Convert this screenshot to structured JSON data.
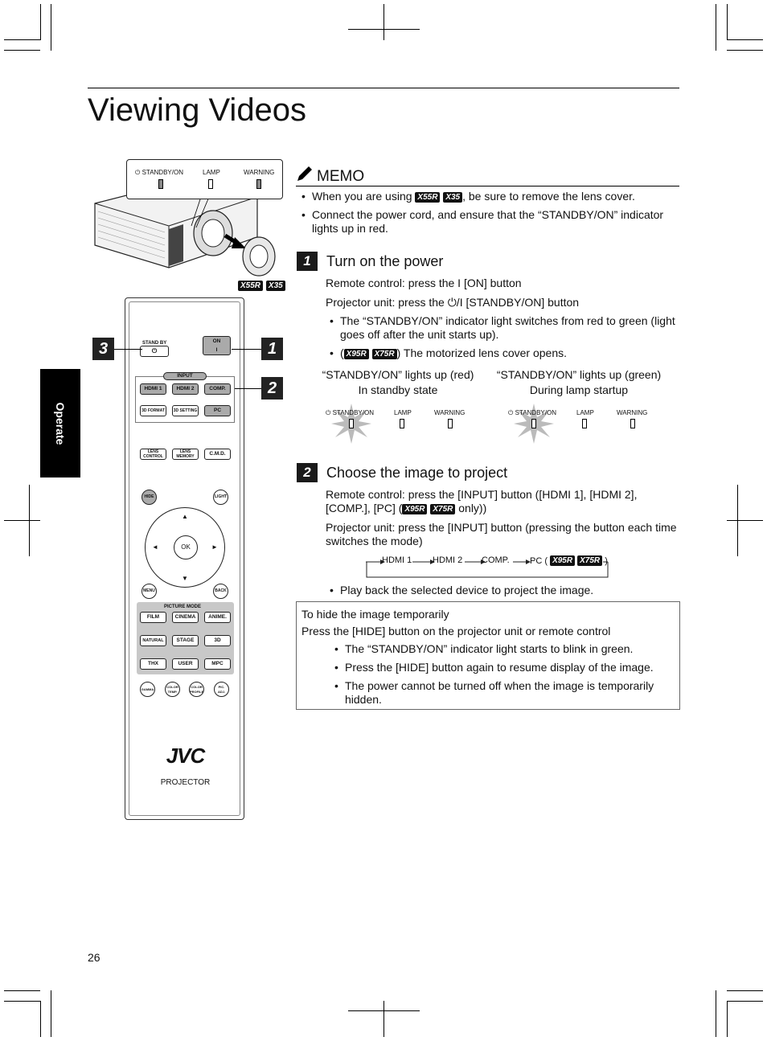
{
  "page": {
    "title": "Viewing Videos",
    "side_tab": "Operate",
    "page_number": "26"
  },
  "memo": {
    "label": "MEMO",
    "item1_pre": "When you are using ",
    "item1_badge1": "X55R",
    "item1_badge2": "X35",
    "item1_post": ", be sure to remove the lens cover.",
    "item2": "Connect the power cord, and ensure that the “STANDBY/ON” indicator lights up in red."
  },
  "projector_panel": {
    "standby_label": "STANDBY/ON",
    "lamp_label": "LAMP",
    "warning_label": "WARNING",
    "badge1": "X55R",
    "badge2": "X35"
  },
  "step1": {
    "number": "1",
    "title": "Turn on the power",
    "remote_line": "Remote control: press the I [ON] button",
    "projector_line": "Projector unit: press the ⏻/I [STANDBY/ON] button",
    "bullet1": "The “STANDBY/ON” indicator light switches from red to green (light goes off after the unit starts up).",
    "bullet2_pre": "(",
    "bullet2_badge1": "X95R",
    "bullet2_badge2": "X75R",
    "bullet2_post": ") The motorized lens cover opens.",
    "state_red_title": "“STANDBY/ON” lights up (red)",
    "state_red_sub": "In standby state",
    "state_green_title": "“STANDBY/ON” lights up (green)",
    "state_green_sub": "During lamp startup",
    "ind_standby": "STANDBY/ON",
    "ind_lamp": "LAMP",
    "ind_warning": "WARNING"
  },
  "step2": {
    "number": "2",
    "title": "Choose the image to project",
    "remote_line_pre": "Remote control: press the [INPUT] button ([HDMI 1], [HDMI 2], [COMP.], [PC] (",
    "remote_badge1": "X95R",
    "remote_badge2": "X75R",
    "remote_line_post": " only))",
    "projector_line": "Projector unit: press the [INPUT] button (pressing the button each time switches the mode)",
    "flow_hdmi1": "HDMI 1",
    "flow_hdmi2": "HDMI 2",
    "flow_comp": "COMP.",
    "flow_pc_pre": "PC (",
    "flow_badge1": "X95R",
    "flow_badge2": "X75R",
    "flow_pc_post": ")",
    "bullet": "Play back the selected device to project the image."
  },
  "hide_box": {
    "title": "To hide the image temporarily",
    "line": "Press the [HIDE] button on the projector unit or remote control",
    "bullet1": "The “STANDBY/ON” indicator light starts to blink in green.",
    "bullet2": "Press the [HIDE] button again to resume display of the image.",
    "bullet3": "The power cannot be turned off when the image is temporarily hidden."
  },
  "callouts": {
    "c1": "1",
    "c2": "2",
    "c3": "3"
  },
  "remote": {
    "standby": "STAND BY",
    "standby_sym": "⏻",
    "on": "ON",
    "on_sym": "I",
    "input_group": "INPUT",
    "hdmi1": "HDMI 1",
    "hdmi2": "HDMI 2",
    "comp": "COMP.",
    "format3d": "3D FORMAT",
    "setting3d": "3D SETTING",
    "pc": "PC",
    "lens_control": "LENS CONTROL",
    "lens_memory": "LENS MEMORY",
    "cmd": "C.M.D.",
    "hide": "HIDE",
    "light": "LIGHT",
    "ok": "OK",
    "menu": "MENU",
    "back": "BACK",
    "picture_mode": "PICTURE MODE",
    "film": "FILM",
    "cinema": "CINEMA",
    "anime": "ANIME.",
    "natural": "NATURAL",
    "stage": "STAGE",
    "mode3d": "3D",
    "thx": "THX",
    "user": "USER",
    "mpc": "MPC",
    "gamma": "GAMMA",
    "color_temp": "COLOR TEMP.",
    "color_profile": "COLOR PROFILE",
    "pic_adj": "PIC. ADJ.",
    "brand": "JVC",
    "product": "PROJECTOR"
  }
}
